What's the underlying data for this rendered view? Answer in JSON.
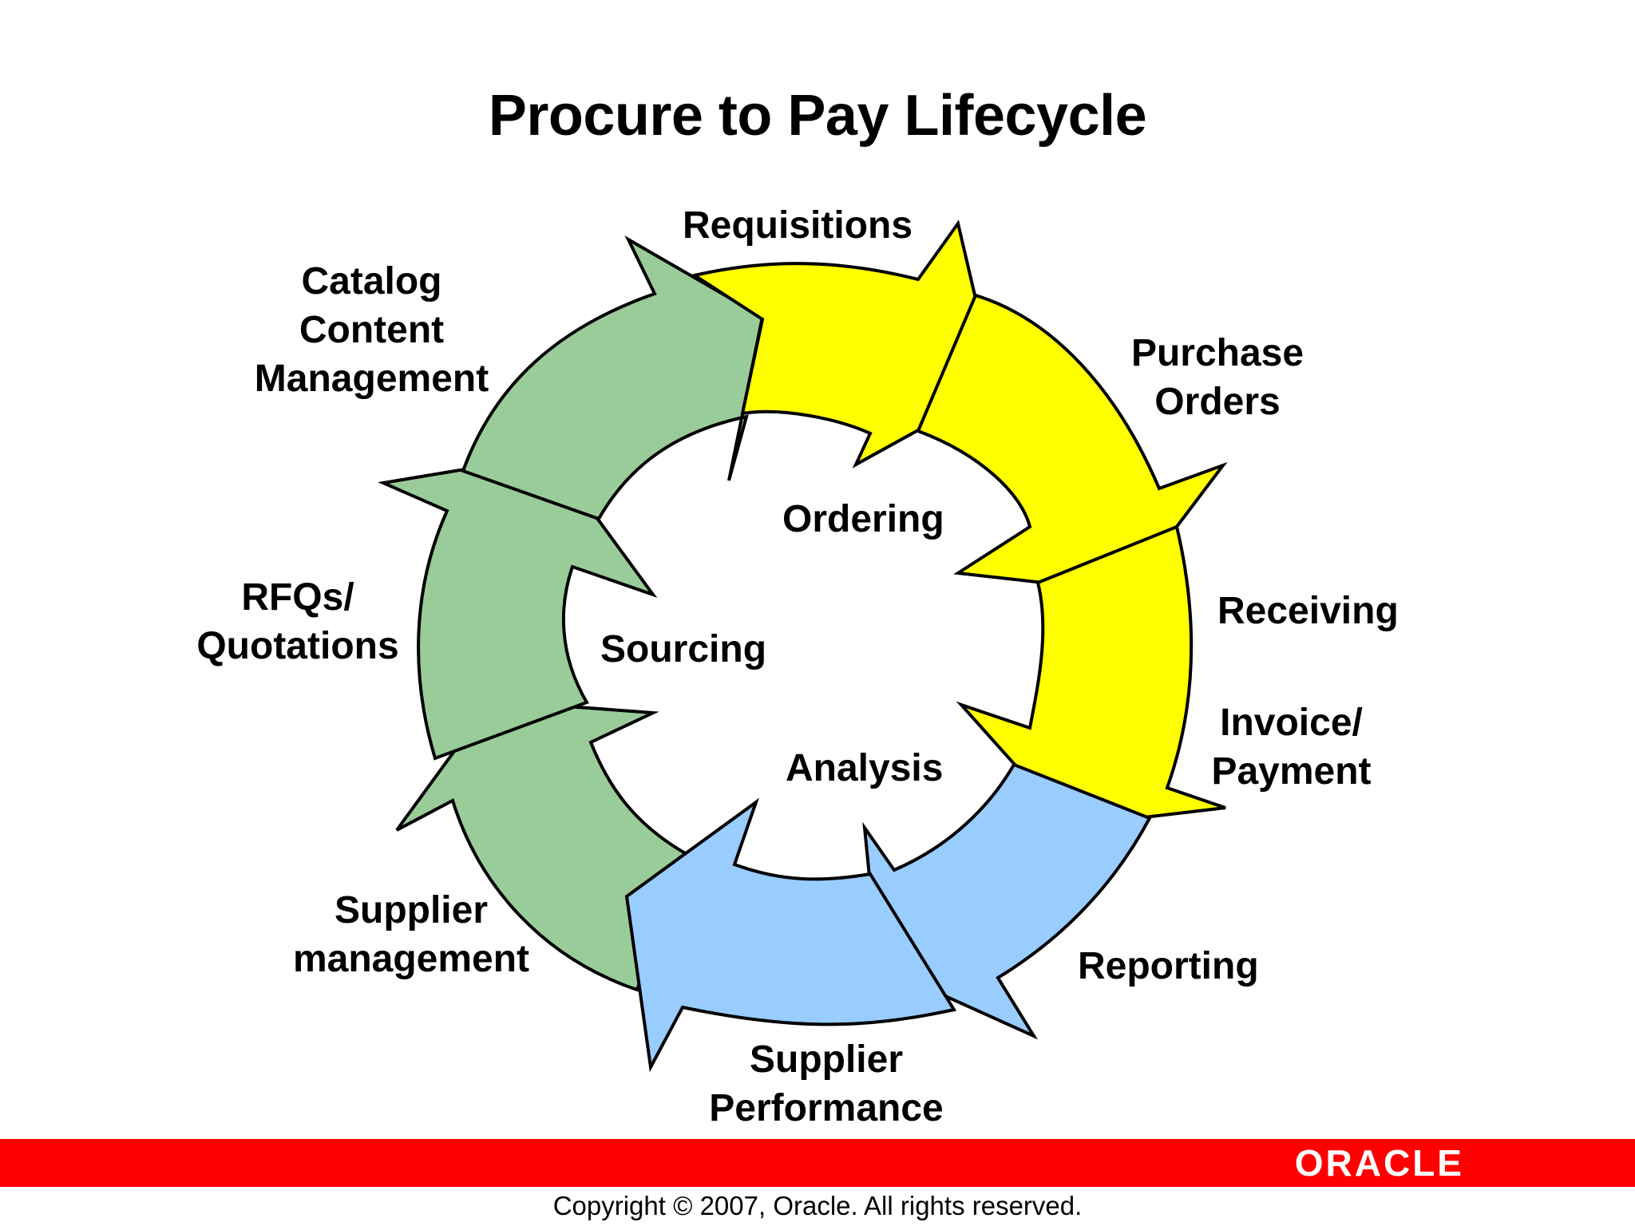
{
  "title": "Procure to Pay Lifecycle",
  "colors": {
    "green": "#99cc99",
    "yellow": "#ffff00",
    "blue": "#99ccff",
    "outline": "#000000",
    "footer_bar": "#ff0000"
  },
  "phases": {
    "ordering": "Ordering",
    "sourcing": "Sourcing",
    "analysis": "Analysis"
  },
  "steps": {
    "requisitions": "Requisitions",
    "purchase_orders_1": "Purchase",
    "purchase_orders_2": "Orders",
    "receiving": "Receiving",
    "invoice_payment_1": "Invoice/",
    "invoice_payment_2": "Payment",
    "reporting": "Reporting",
    "supplier_performance_1": "Supplier",
    "supplier_performance_2": "Performance",
    "supplier_management_1": "Supplier",
    "supplier_management_2": "management",
    "rfqs_1": "RFQs/",
    "rfqs_2": "Quotations",
    "catalog_1": "Catalog",
    "catalog_2": "Content",
    "catalog_3": "Management"
  },
  "footer": {
    "logo": "ORACLE",
    "copyright": "Copyright © 2007, Oracle. All rights reserved."
  }
}
